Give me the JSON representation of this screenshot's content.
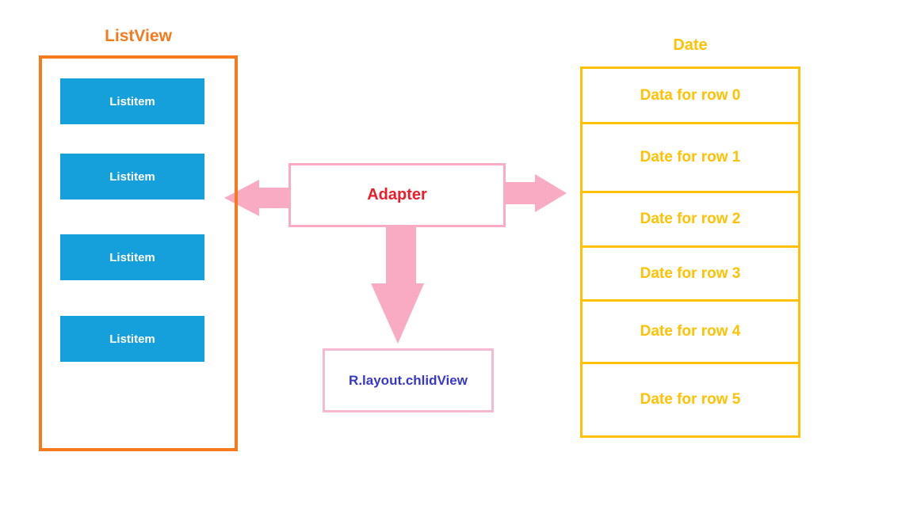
{
  "colors": {
    "orange": "#F5791D",
    "blue": "#159FDB",
    "pink": "#F9ABC4",
    "pink-light": "#F7B9D2",
    "red": "#ED1C2A",
    "indigo": "#3838C8",
    "gold": "#FFC103",
    "bg": "#FFFFFF"
  },
  "listview": {
    "title": "ListView",
    "items": [
      "Listitem",
      "Listitem",
      "Listitem",
      "Listitem"
    ]
  },
  "adapter": {
    "label": "Adapter"
  },
  "layout_box": {
    "label": "R.layout.chlidView"
  },
  "date_table": {
    "title": "Date",
    "rows": [
      "Data for row 0",
      "Date for row 1",
      "Date for row 2",
      "Date for row 3",
      "Date for row 4",
      "Date for row 5"
    ]
  },
  "icons": {
    "arrow_left": "adapter-to-listview-arrow",
    "arrow_right": "adapter-to-date-arrow",
    "arrow_down": "adapter-to-layout-arrow"
  }
}
